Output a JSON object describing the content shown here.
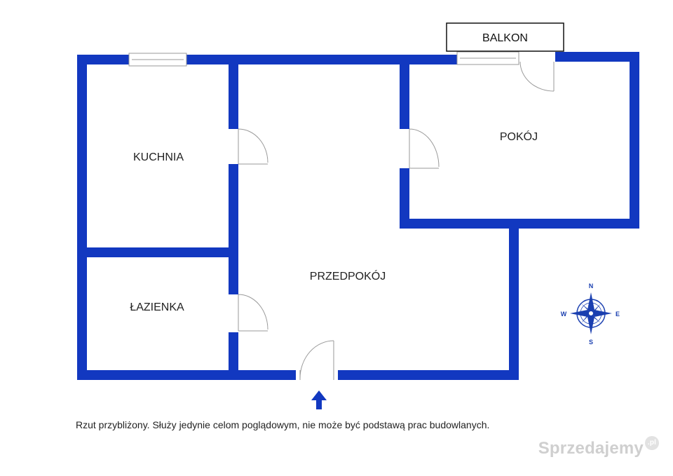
{
  "rooms": {
    "kuchnia": "KUCHNIA",
    "lazienka": "ŁAZIENKA",
    "przedpokoj": "PRZEDPOKÓJ",
    "pokoj": "POKÓJ"
  },
  "balcony_label": "BALKON",
  "compass": {
    "n": "N",
    "s": "S",
    "e": "E",
    "w": "W"
  },
  "disclaimer": "Rzut przybliżony. Służy jedynie celom poglądowym, nie może być podstawą prac budowlanych.",
  "watermark": {
    "text": "Sprzedajemy",
    "badge": ".pl"
  },
  "colors": {
    "wall": "#1238c0",
    "door": "#9a9a9a",
    "compass": "#1a3fb0"
  },
  "icons": {
    "entrance": "arrow-up-icon",
    "compass": "compass-rose-icon"
  }
}
